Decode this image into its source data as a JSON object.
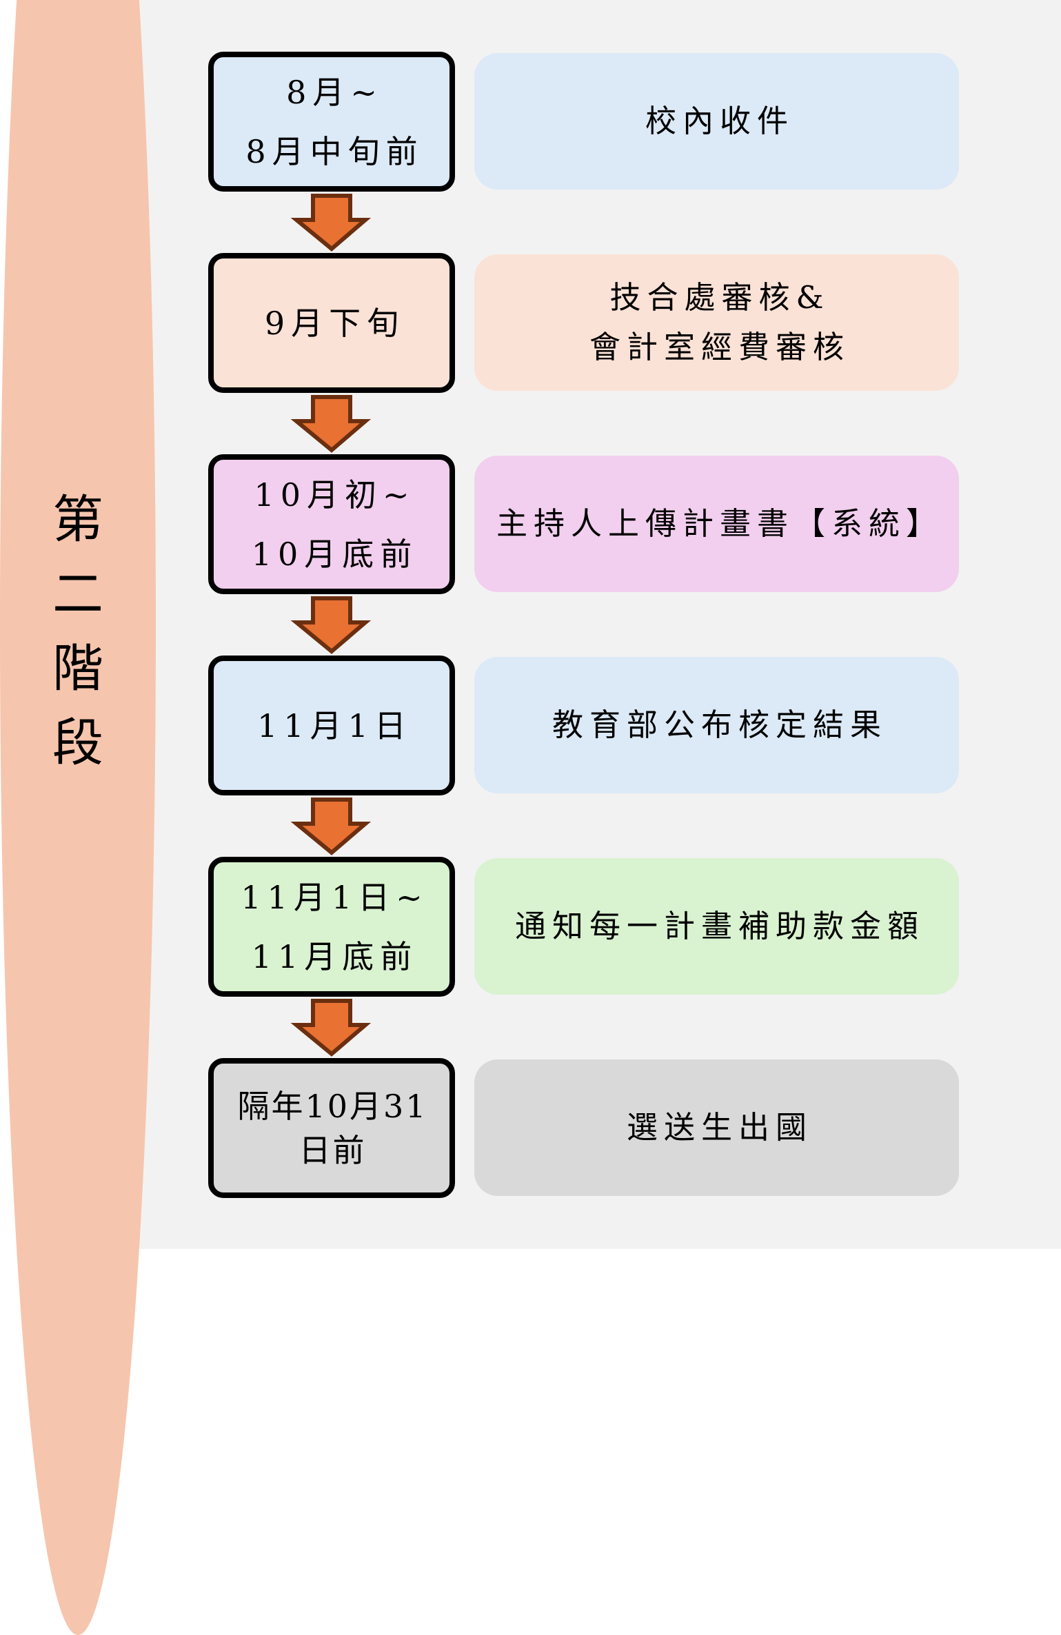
{
  "stage": {
    "label_chars": [
      "第",
      "二",
      "階",
      "段"
    ],
    "color": "#f6c5ae"
  },
  "colors": {
    "background": "#f2f2f2",
    "box_border": "#000000",
    "arrow_fill": "#e97132",
    "arrow_stroke": "#6b2f10"
  },
  "steps": [
    {
      "date_lines": [
        "8月~",
        "8月中旬前"
      ],
      "task_lines": [
        "校內收件"
      ],
      "color": "#dce9f6"
    },
    {
      "date_lines": [
        "9月下旬"
      ],
      "task_lines": [
        "技合處審核&",
        "會計室經費審核"
      ],
      "color": "#fbe2d6"
    },
    {
      "date_lines": [
        "10月初~",
        "10月底前"
      ],
      "task_lines": [
        "主持人上傳計畫書【系統】"
      ],
      "color": "#f2cfee"
    },
    {
      "date_lines": [
        "11月1日"
      ],
      "task_lines": [
        "教育部公布核定結果"
      ],
      "color": "#dce9f6"
    },
    {
      "date_lines": [
        "11月1日~",
        "11月底前"
      ],
      "task_lines": [
        "通知每一計畫補助款金額"
      ],
      "color": "#d9f2d0"
    },
    {
      "date_lines": [
        "隔年10月31",
        "日前"
      ],
      "task_lines": [
        "選送生出國"
      ],
      "color": "#d9d9d9"
    }
  ]
}
